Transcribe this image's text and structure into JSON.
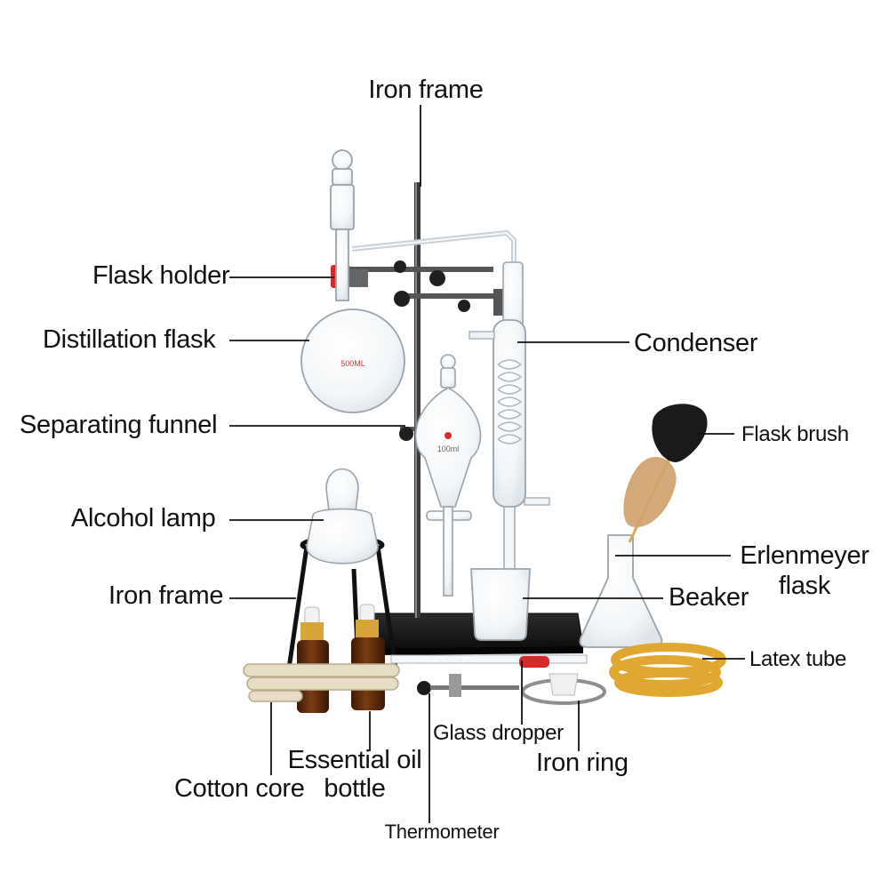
{
  "labels": {
    "iron_frame_top": "Iron frame",
    "flask_holder": "Flask holder",
    "distillation_flask": "Distillation flask",
    "separating_funnel": "Separating funnel",
    "alcohol_lamp": "Alcohol lamp",
    "iron_frame_left": "Iron frame",
    "condenser": "Condenser",
    "flask_brush": "Flask brush",
    "erlenmeyer_flask_1": "Erlenmeyer",
    "erlenmeyer_flask_2": "flask",
    "beaker": "Beaker",
    "latex_tube": "Latex tube",
    "glass_dropper": "Glass dropper",
    "iron_ring": "Iron ring",
    "cotton_core": "Cotton core",
    "essential_oil_bottle_1": "Essential oil",
    "essential_oil_bottle_2": "bottle",
    "thermometer": "Thermometer"
  },
  "glass_marks": {
    "flask_volume": "500ML",
    "funnel_volume": "100ml"
  },
  "colors": {
    "glass_outline": "#9aa3ab",
    "iron": "#2a2a2a",
    "base": "#1a1a1a",
    "amber": "#5a2b0c",
    "latex": "#e0a830",
    "clamp_red": "#d42a2a",
    "leader": "#111111"
  }
}
